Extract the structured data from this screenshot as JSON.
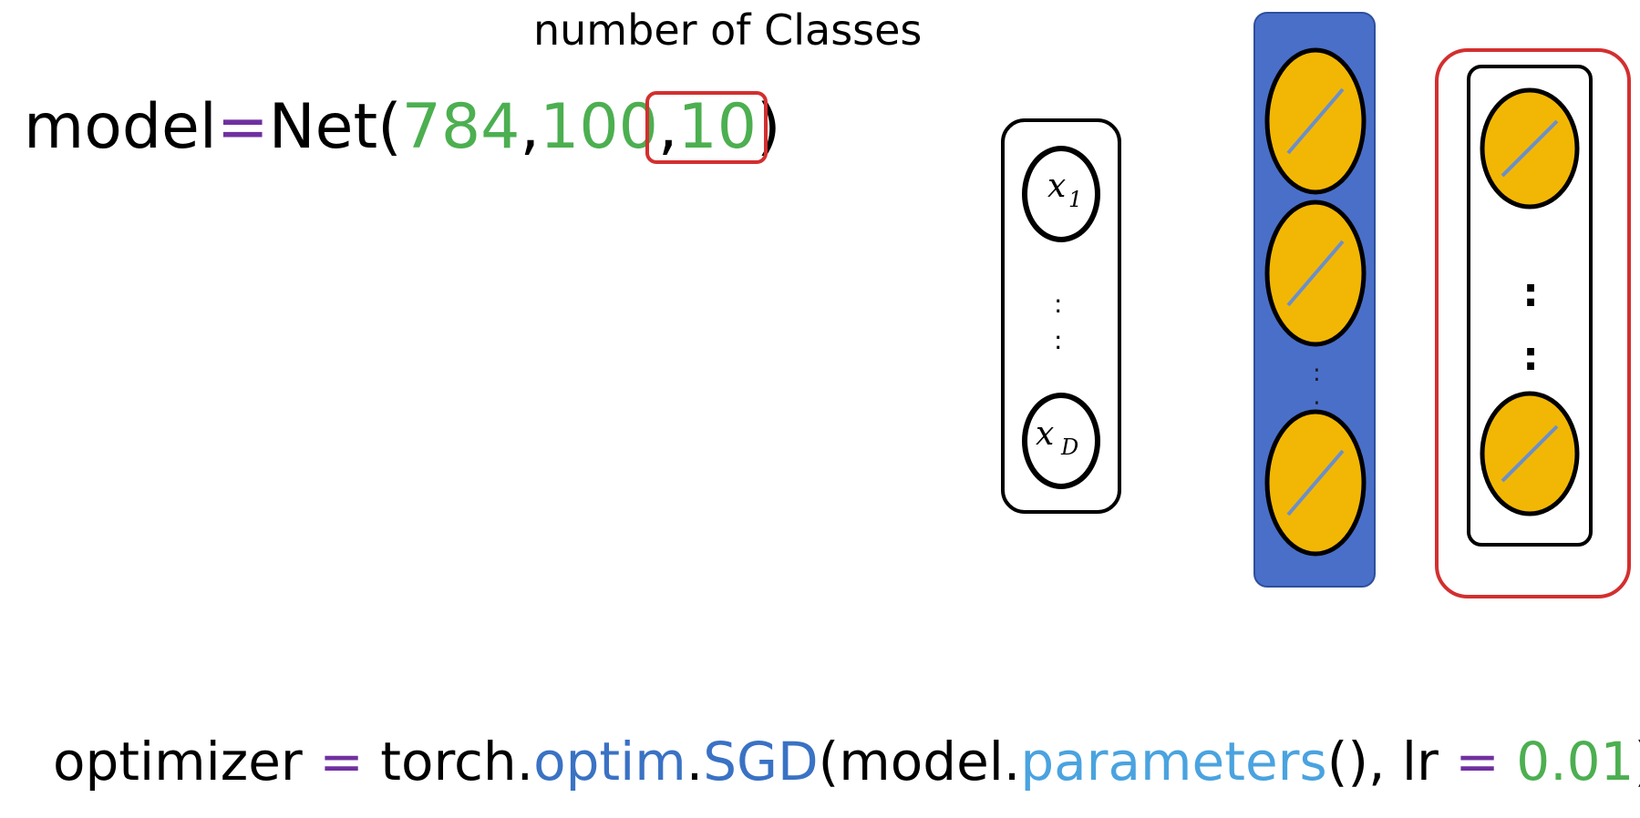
{
  "header": {
    "label": "number of Classes"
  },
  "code_model": {
    "var": "model",
    "op": "=",
    "fn": "Net(",
    "arg1": "784",
    "sep1": ",",
    "arg2": "100",
    "sep2": ",",
    "arg3": "10",
    "close": ")"
  },
  "code_optimizer": {
    "var": "optimizer ",
    "op": "=",
    "torch": " torch.",
    "optim": "optim",
    "dot": ".",
    "sgd": "SGD",
    "open": "(model.",
    "params": "parameters",
    "rest": "(), lr ",
    "op2": "=",
    "lr_value": " 0.01",
    "close": ")"
  },
  "input_layer": {
    "first": "x",
    "first_sub": "1",
    "last": "x",
    "last_sub": "D",
    "dots": ":"
  },
  "colors": {
    "hidden_layer_fill": "#4A6FC9",
    "neuron_fill": "#F2B705",
    "neuron_line": "#6B8FC9",
    "highlight": "#D32F2F",
    "number": "#4CAF50",
    "operator": "#7030A0",
    "module": "#3A72C4",
    "function": "#4AA3DF"
  }
}
